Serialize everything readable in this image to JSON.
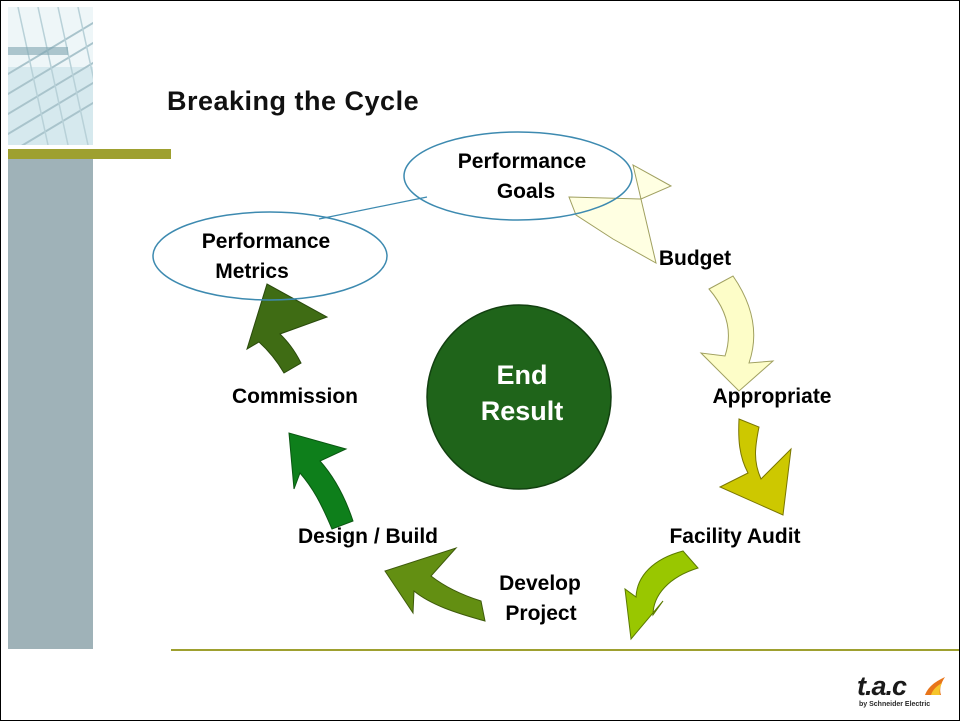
{
  "slide": {
    "title": "Breaking the Cycle"
  },
  "diagram": {
    "center": {
      "line1": "End",
      "line2": "Result",
      "color": "#1f641a"
    },
    "ovals": {
      "goals": {
        "line1": "Performance",
        "line2": "Goals"
      },
      "metrics": {
        "line1": "Performance",
        "line2": "Metrics"
      }
    },
    "steps": {
      "budget": "Budget",
      "appropriate": "Appropriate",
      "facility_audit": "Facility Audit",
      "develop_project": {
        "line1": "Develop",
        "line2": "Project"
      },
      "design_build": "Design / Build",
      "commission": "Commission"
    },
    "arrow_colors": {
      "goals_to_budget": "#ffffe2",
      "budget_to_appropriate": "#fdfdc8",
      "appropriate_to_audit": "#cdc800",
      "audit_to_develop": "#99c700",
      "develop_to_design": "#638f12",
      "design_to_commission": "#0e7f1b",
      "commission_to_metrics": "#3f6c14"
    },
    "oval_stroke": "#3d8ab0",
    "accent_olive": "#9ea02f",
    "sidebar_color": "#9fb2b8"
  },
  "logo": {
    "main": "t.a.c",
    "sub": "by Schneider Electric"
  }
}
